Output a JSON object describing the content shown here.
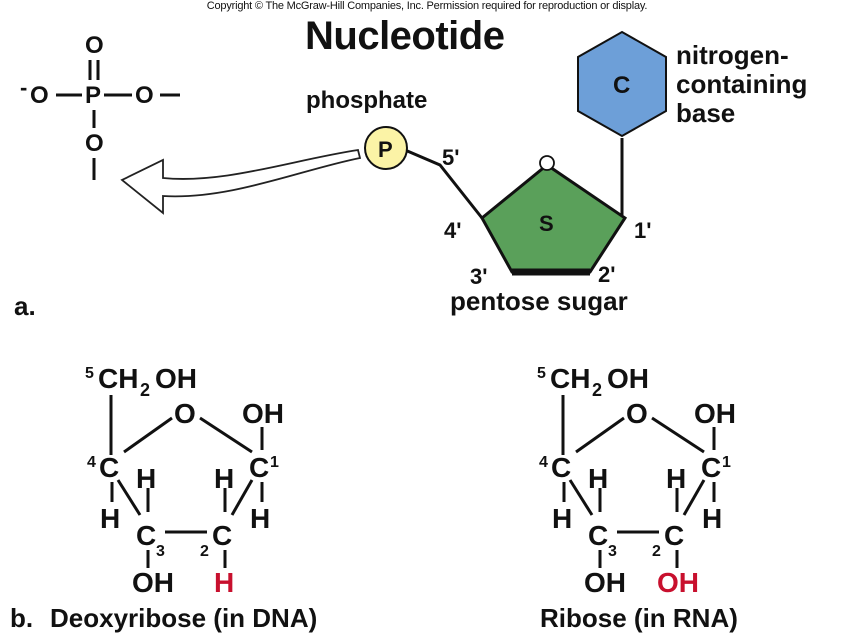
{
  "copyright": "Copyright © The McGraw-Hill Companies, Inc. Permission required for reproduction or display.",
  "title": "Nucleotide",
  "phosphate_group": {
    "o_top": "O",
    "o_left": "O",
    "o_right": "O",
    "p": "P",
    "o_bottom": "O",
    "charge": "-"
  },
  "nucleotide": {
    "phosphate_label": "phosphate",
    "phosphate_symbol": "P",
    "sugar_symbol": "S",
    "base_symbol": "C",
    "base_label": [
      "nitrogen-",
      "containing",
      "base"
    ],
    "sugar_label": "pentose sugar",
    "positions": {
      "p5": "5'",
      "p4": "4'",
      "p1": "1'",
      "p3": "3'",
      "p2": "2'"
    },
    "panel_label": "a."
  },
  "deoxyribose": {
    "c5": "5",
    "ch2oh": "CH",
    "ch2oh_sub": "2",
    "ch2oh_end": "OH",
    "o_ring": "O",
    "oh1": "OH",
    "c4_num": "4",
    "c4": "C",
    "c1": "C",
    "c1_num": "1",
    "h4": "H",
    "h4b": "H",
    "h1": "H",
    "h1b": "H",
    "c3": "C",
    "c3_num": "3",
    "c2_num": "2",
    "c2": "C",
    "oh3": "OH",
    "x2": "H",
    "caption": "Deoxyribose (in DNA)",
    "panel_label": "b."
  },
  "ribose": {
    "c5": "5",
    "ch2oh": "CH",
    "ch2oh_sub": "2",
    "ch2oh_end": "OH",
    "o_ring": "O",
    "oh1": "OH",
    "c4_num": "4",
    "c4": "C",
    "c1": "C",
    "c1_num": "1",
    "h4": "H",
    "h4b": "H",
    "h1": "H",
    "h1b": "H",
    "c3": "C",
    "c3_num": "3",
    "c2_num": "2",
    "c2": "C",
    "oh3": "OH",
    "x2": "OH",
    "caption": "Ribose (in RNA)"
  },
  "colors": {
    "phosphate_fill": "#fbf3a6",
    "sugar_fill": "#5aa05a",
    "base_fill": "#6d9fd8",
    "highlight": "#c8102e"
  }
}
